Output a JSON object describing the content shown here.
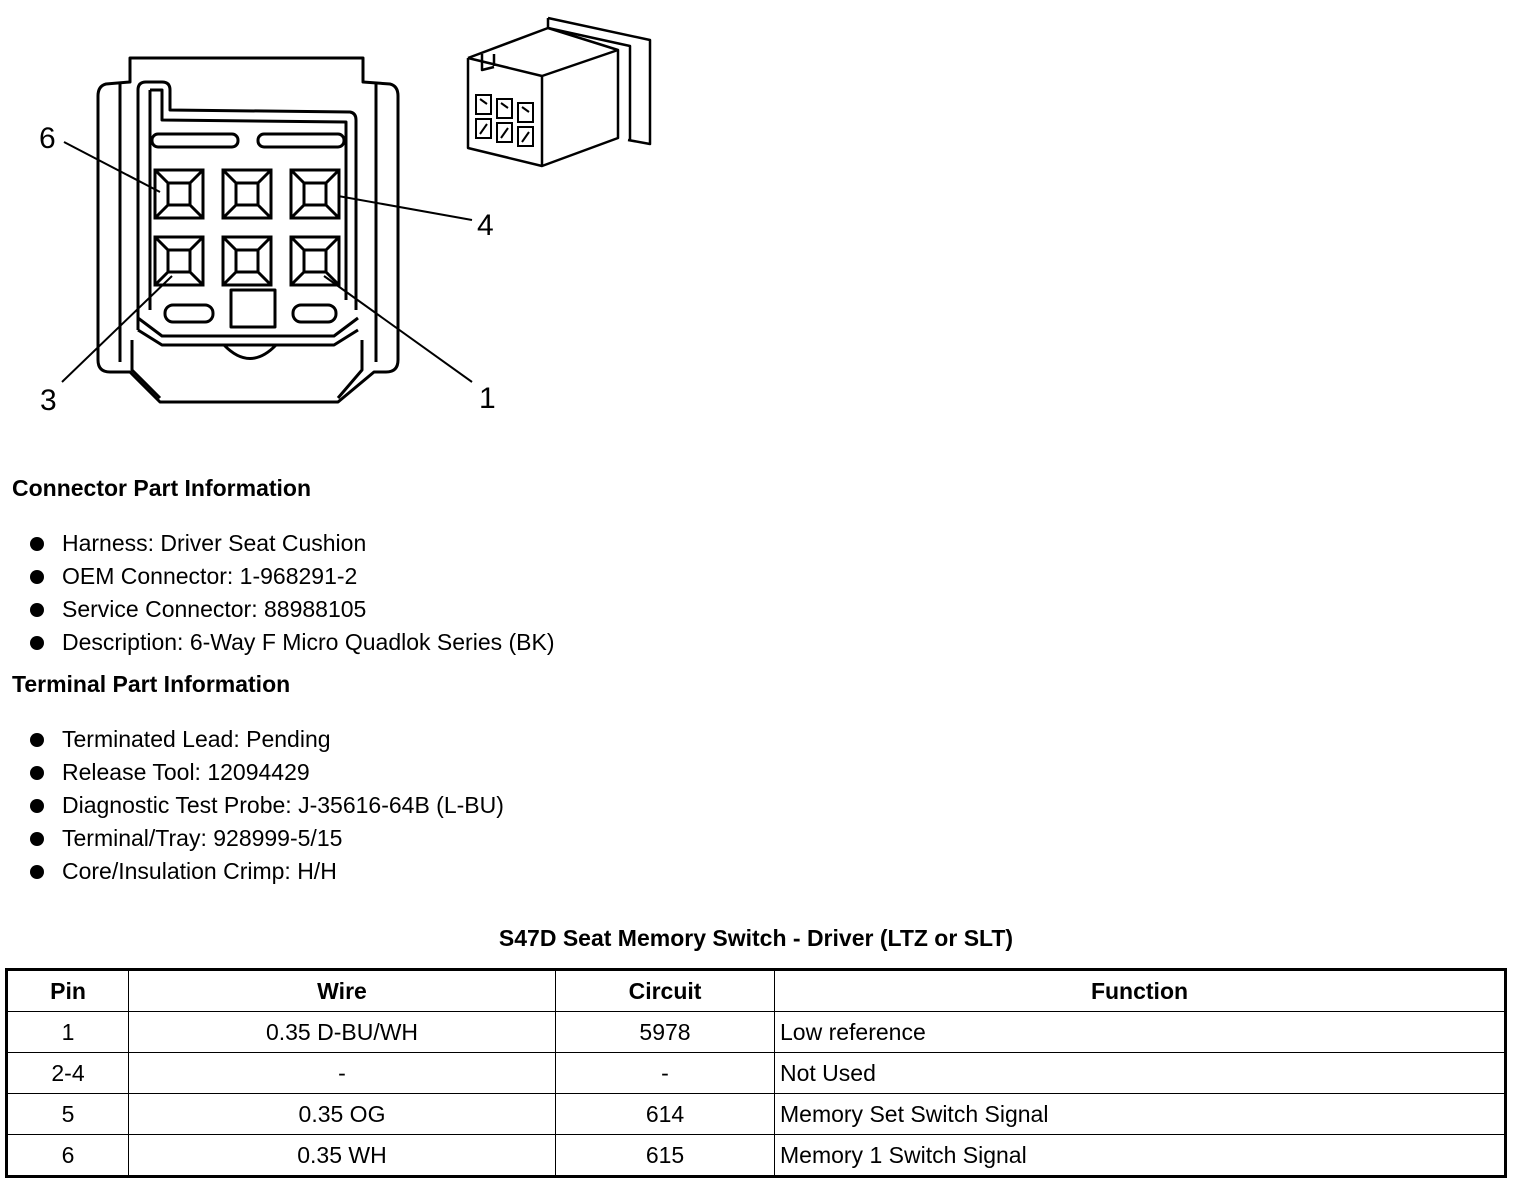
{
  "diagram": {
    "pin_labels": {
      "top_left": "6",
      "top_right": "4",
      "bottom_left": "3",
      "bottom_right": "1"
    }
  },
  "connector_part_information": {
    "heading": "Connector Part Information",
    "items": [
      "Harness: Driver Seat Cushion",
      "OEM Connector: 1-968291-2",
      "Service Connector: 88988105",
      "Description: 6-Way F Micro Quadlok Series (BK)"
    ]
  },
  "terminal_part_information": {
    "heading": "Terminal Part Information",
    "items": [
      "Terminated Lead: Pending",
      "Release Tool: 12094429",
      "Diagnostic Test Probe: J-35616-64B (L-BU)",
      "Terminal/Tray: 928999-5/15",
      "Core/Insulation Crimp: H/H"
    ]
  },
  "pin_table": {
    "title": "S47D Seat Memory Switch - Driver (LTZ or SLT)",
    "headers": {
      "pin": "Pin",
      "wire": "Wire",
      "circuit": "Circuit",
      "function": "Function"
    },
    "rows": [
      {
        "pin": "1",
        "wire": "0.35 D-BU/WH",
        "circuit": "5978",
        "function": "Low reference"
      },
      {
        "pin": "2-4",
        "wire": "-",
        "circuit": "-",
        "function": "Not Used"
      },
      {
        "pin": "5",
        "wire": "0.35 OG",
        "circuit": "614",
        "function": "Memory Set Switch Signal"
      },
      {
        "pin": "6",
        "wire": "0.35 WH",
        "circuit": "615",
        "function": "Memory 1 Switch Signal"
      }
    ]
  }
}
